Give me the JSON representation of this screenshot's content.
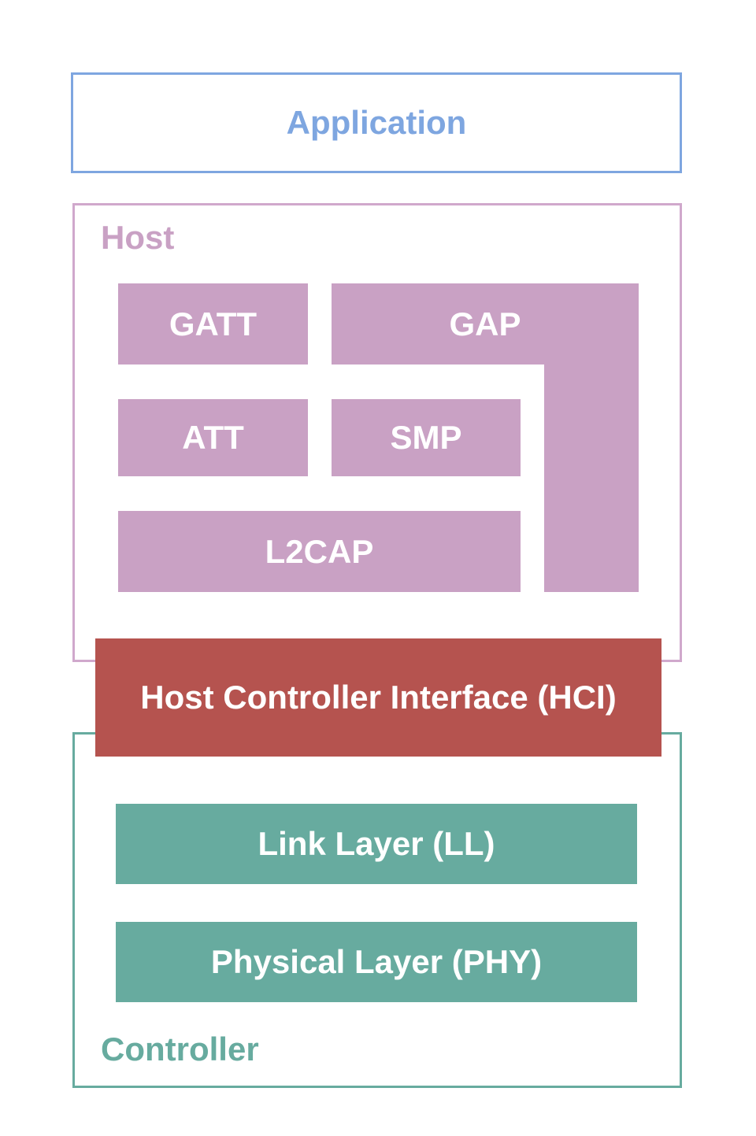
{
  "diagram": {
    "application": {
      "label": "Application"
    },
    "host": {
      "label": "Host",
      "blocks": {
        "gatt": {
          "label": "GATT"
        },
        "gap": {
          "label": "GAP"
        },
        "att": {
          "label": "ATT"
        },
        "smp": {
          "label": "SMP"
        },
        "l2cap": {
          "label": "L2CAP"
        }
      }
    },
    "hci": {
      "label": "Host Controller Interface (HCI)"
    },
    "controller": {
      "label": "Controller",
      "blocks": {
        "link_layer": {
          "label": "Link Layer (LL)"
        },
        "physical_layer": {
          "label": "Physical Layer (PHY)"
        }
      }
    },
    "colors": {
      "background": "#FFFFFF",
      "application_accent": "#7EA6E0",
      "host_fill": "#C9A1C4",
      "host_border": "#D0A8CC",
      "hci_fill": "#B5534F",
      "controller_fill": "#67AB9F",
      "controller_accent": "#67AB9F",
      "label_on_fill": "#FFFFFF"
    }
  }
}
